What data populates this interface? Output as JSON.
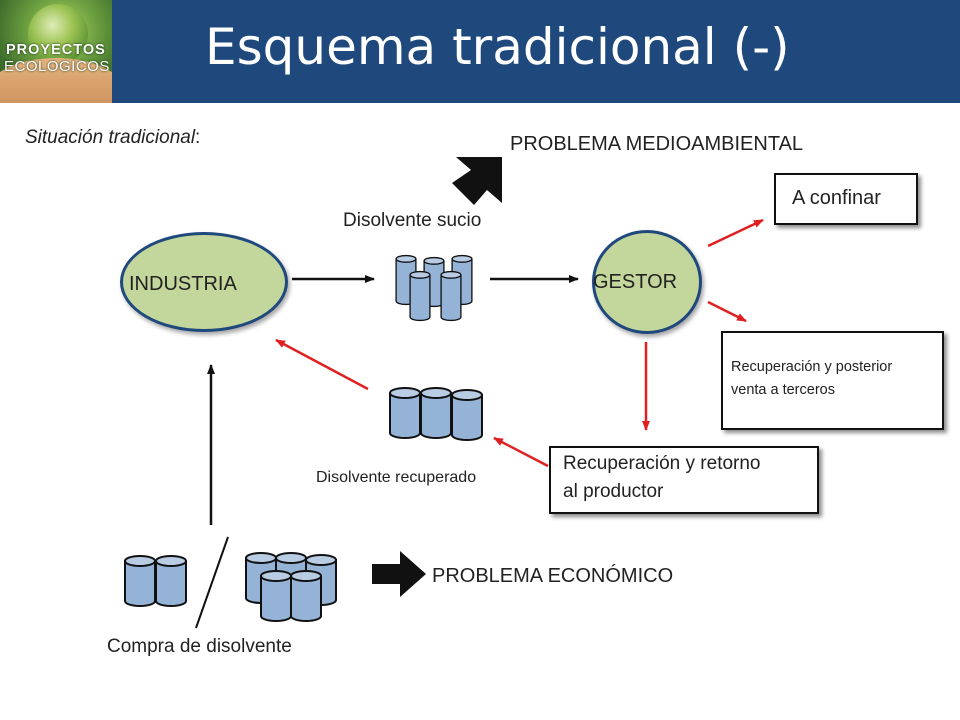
{
  "header": {
    "title": "Esquema tradicional (-)",
    "logo_line1": "PROYECTOS",
    "logo_line2": "ECOLOGICOS"
  },
  "diagram": {
    "intro": "Situación tradicional",
    "intro_colon": ":",
    "problem_env": "PROBLEMA MEDIOAMBIENTAL",
    "problem_eco": "PROBLEMA ECONÓMICO",
    "industry": "INDUSTRIA",
    "manager": "GESTOR",
    "dirty_solvent": "Disolvente sucio",
    "recovered_solvent": "Disolvente recuperado",
    "buy_solvent": "Compra de disolvente",
    "confine": "A confinar",
    "recovery_sale_1": "Recuperación y posterior",
    "recovery_sale_2": "venta a terceros",
    "recovery_return_1": "Recuperación y retorno",
    "recovery_return_2": "al productor"
  },
  "colors": {
    "header_bg": "#1f497d",
    "ellipse_fill": "#c3d69b",
    "ellipse_border": "#1f497d",
    "barrel_fill": "#95b3d7",
    "red_arrow": "#e02020",
    "black_arrow": "#111111"
  }
}
